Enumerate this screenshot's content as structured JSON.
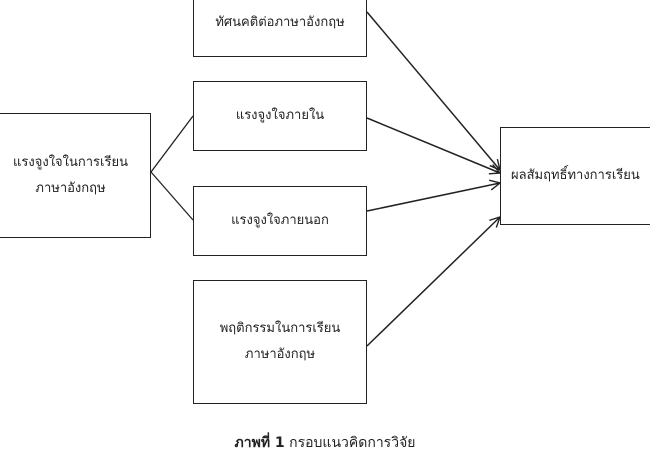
{
  "boxes": {
    "attitude": "ทัศนคติต่อภาษาอังกฤษ",
    "internal": "แรงจูงใจภายใน",
    "external": "แรงจูงใจภายนอก",
    "behavior": [
      "พฤติกรรมในการเรียน",
      "ภาษาอังกฤษ"
    ],
    "motivation": [
      "แรงจูงใจในการเรียน",
      "ภาษาอังกฤษ"
    ],
    "result": "ผลสัมฤทธิ์ทางการเรียน"
  },
  "caption": {
    "label": "ภาพที่ 1",
    "text": "กรอบแนวคิดการวิจัย"
  }
}
